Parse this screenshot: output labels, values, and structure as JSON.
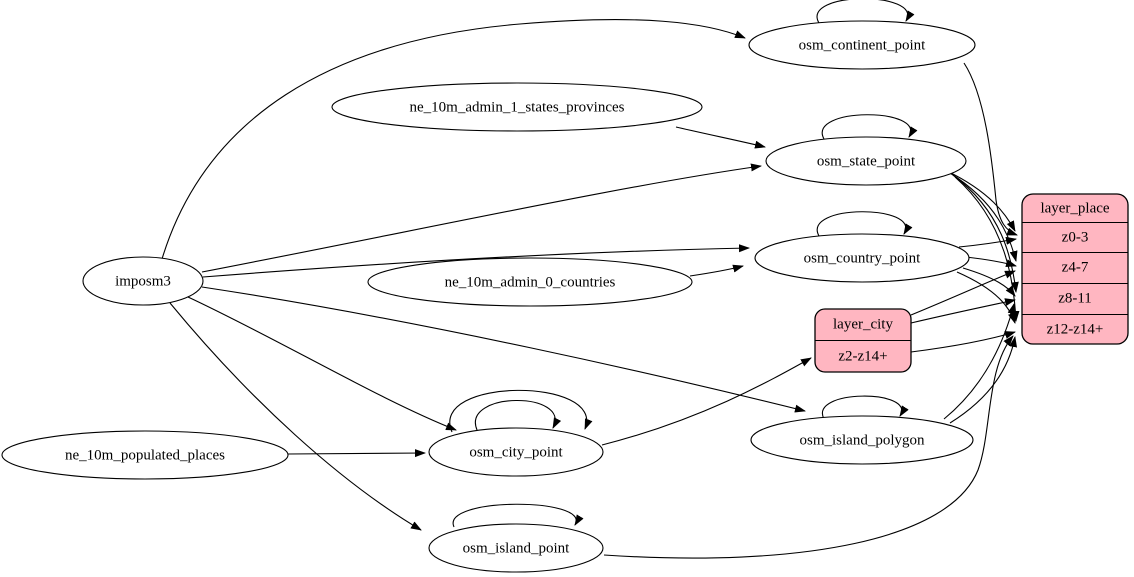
{
  "diagram": {
    "kind": "etl-dependency-graph",
    "colors": {
      "record_fill": "#FFB6C1",
      "node_fill": "#ffffff",
      "stroke": "#000000"
    },
    "nodes": {
      "imposm3": {
        "label": "imposm3"
      },
      "ne_10m_admin_1_states_provinces": {
        "label": "ne_10m_admin_1_states_provinces"
      },
      "ne_10m_admin_0_countries": {
        "label": "ne_10m_admin_0_countries"
      },
      "ne_10m_populated_places": {
        "label": "ne_10m_populated_places"
      },
      "osm_continent_point": {
        "label": "osm_continent_point"
      },
      "osm_state_point": {
        "label": "osm_state_point"
      },
      "osm_country_point": {
        "label": "osm_country_point"
      },
      "osm_city_point": {
        "label": "osm_city_point"
      },
      "osm_island_polygon": {
        "label": "osm_island_polygon"
      },
      "osm_island_point": {
        "label": "osm_island_point"
      },
      "layer_city": {
        "title": "layer_city",
        "rows": [
          "z2-z14+"
        ]
      },
      "layer_place": {
        "title": "layer_place",
        "rows": [
          "z0-3",
          "z4-7",
          "z8-11",
          "z12-z14+"
        ]
      }
    },
    "edges": [
      {
        "from": "imposm3",
        "to": "osm_continent_point"
      },
      {
        "from": "imposm3",
        "to": "osm_state_point"
      },
      {
        "from": "imposm3",
        "to": "osm_country_point"
      },
      {
        "from": "imposm3",
        "to": "osm_city_point"
      },
      {
        "from": "imposm3",
        "to": "osm_island_polygon"
      },
      {
        "from": "imposm3",
        "to": "osm_island_point"
      },
      {
        "from": "ne_10m_admin_1_states_provinces",
        "to": "osm_state_point"
      },
      {
        "from": "ne_10m_admin_0_countries",
        "to": "osm_country_point"
      },
      {
        "from": "ne_10m_populated_places",
        "to": "osm_city_point"
      },
      {
        "from": "osm_continent_point",
        "to": "osm_continent_point"
      },
      {
        "from": "osm_state_point",
        "to": "osm_state_point"
      },
      {
        "from": "osm_country_point",
        "to": "osm_country_point"
      },
      {
        "from": "osm_city_point",
        "to": "osm_city_point"
      },
      {
        "from": "osm_city_point",
        "to": "osm_city_point"
      },
      {
        "from": "osm_island_polygon",
        "to": "osm_island_polygon"
      },
      {
        "from": "osm_island_point",
        "to": "osm_island_point"
      },
      {
        "from": "osm_city_point",
        "to": "layer_city:z2-z14+"
      },
      {
        "from": "osm_continent_point",
        "to": "layer_place:z0-3"
      },
      {
        "from": "osm_state_point",
        "to": "layer_place:z0-3"
      },
      {
        "from": "osm_country_point",
        "to": "layer_place:z0-3"
      },
      {
        "from": "osm_state_point",
        "to": "layer_place:z4-7"
      },
      {
        "from": "osm_country_point",
        "to": "layer_place:z4-7"
      },
      {
        "from": "layer_city:z2-z14+",
        "to": "layer_place:z4-7"
      },
      {
        "from": "osm_state_point",
        "to": "layer_place:z8-11"
      },
      {
        "from": "osm_country_point",
        "to": "layer_place:z8-11"
      },
      {
        "from": "osm_island_polygon",
        "to": "layer_place:z8-11"
      },
      {
        "from": "layer_city:z2-z14+",
        "to": "layer_place:z8-11"
      },
      {
        "from": "osm_state_point",
        "to": "layer_place:z12-z14+"
      },
      {
        "from": "osm_country_point",
        "to": "layer_place:z12-z14+"
      },
      {
        "from": "osm_island_polygon",
        "to": "layer_place:z12-z14+"
      },
      {
        "from": "osm_island_point",
        "to": "layer_place:z12-z14+"
      },
      {
        "from": "layer_city:z2-z14+",
        "to": "layer_place:z12-z14+"
      }
    ]
  }
}
